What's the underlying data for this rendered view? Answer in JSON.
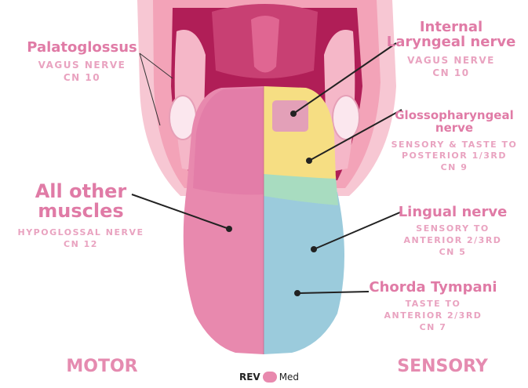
{
  "labels": {
    "palatoglossus": {
      "title": "Palatoglossus",
      "sub": [
        "VAGUS NERVE",
        "CN 10"
      ]
    },
    "internal_laryngeal": {
      "title": [
        "Internal",
        "Laryngeal nerve"
      ],
      "sub": [
        "VAGUS NERVE",
        "CN 10"
      ]
    },
    "glossopharyngeal": {
      "title": [
        "Glossopharyngeal",
        "nerve"
      ],
      "sub": [
        "SENSORY & TASTE TO",
        "POSTERIOR 1/3RD",
        "CN 9"
      ]
    },
    "all_other_muscles": {
      "title": [
        "All other",
        "muscles"
      ],
      "sub": [
        "HYPOGLOSSAL NERVE",
        "CN 12"
      ]
    },
    "lingual": {
      "title": "Lingual nerve",
      "sub": [
        "SENSORY TO",
        "ANTERIOR 2/3RD",
        "CN 5"
      ]
    },
    "chorda_tympani": {
      "title": "Chorda Tympani",
      "sub": [
        "TASTE TO",
        "ANTERIOR 2/3RD",
        "CN 7"
      ]
    }
  },
  "footer": {
    "left": "MOTOR",
    "right": "SENSORY",
    "logo_left": "REV",
    "logo_right": "Med"
  },
  "colors": {
    "label_pink": "#e07ba6",
    "tongue_pink": "#e889ae",
    "posterior_yellow": "#f6de83",
    "green_band": "#a8dcc0",
    "anterior_blue": "#9bcbdc",
    "mouth_dark": "#b01e57",
    "lips": "#f7c7d3"
  }
}
